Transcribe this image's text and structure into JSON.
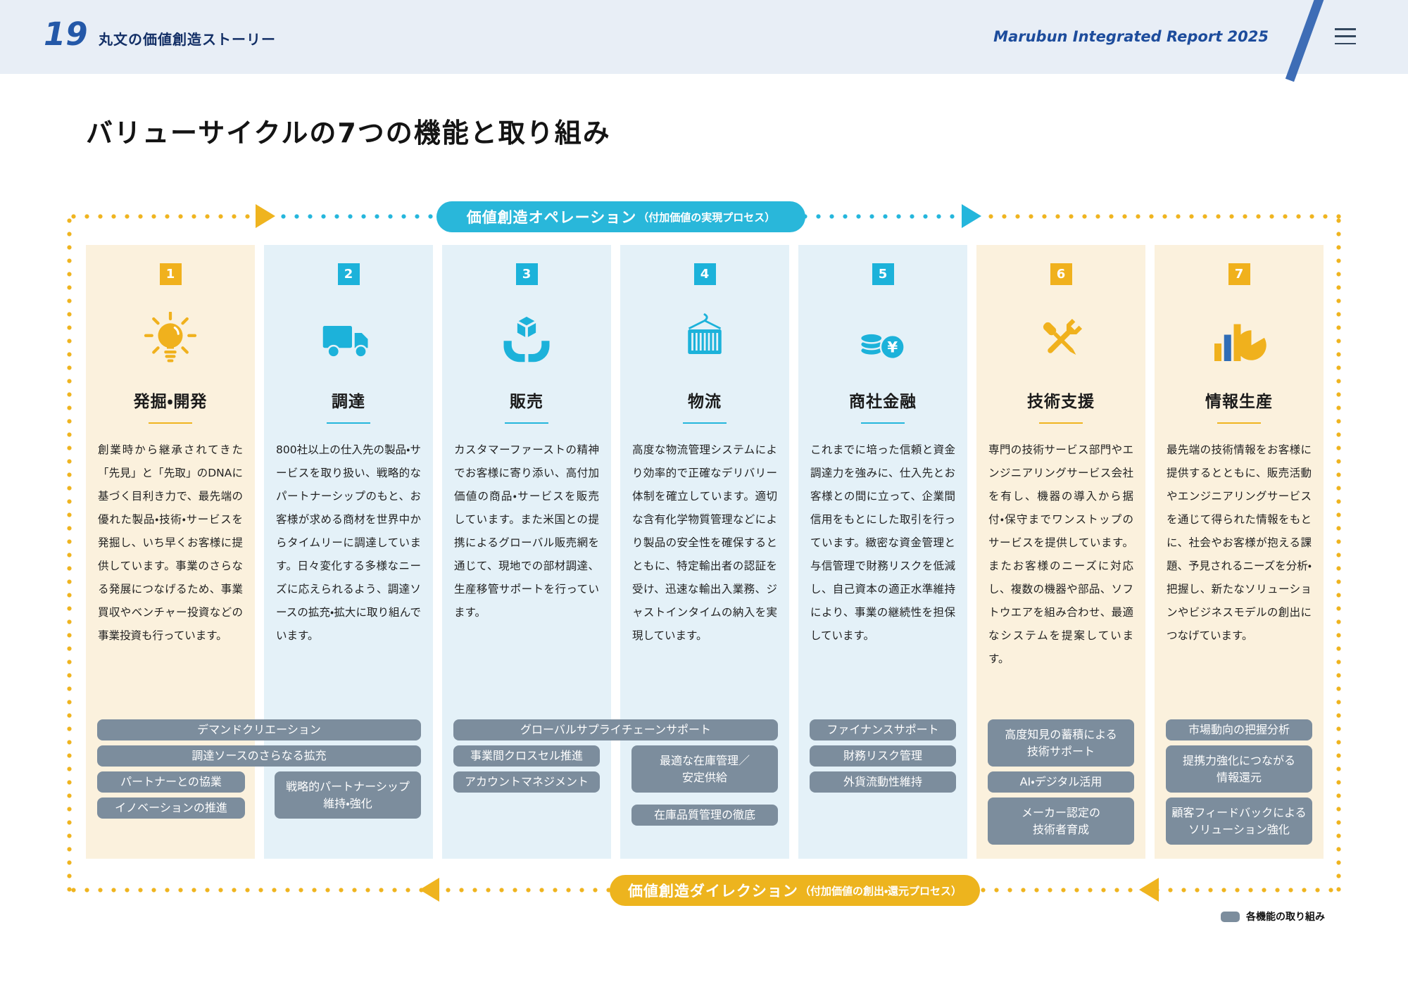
{
  "header": {
    "page_number": "19",
    "section_title": "丸文の価値創造ストーリー",
    "report_title": "Marubun Integrated Report 2025"
  },
  "page": {
    "title": "バリューサイクルの7つの機能と取り組み"
  },
  "flow": {
    "top_label": "価値創造オペレーション",
    "top_sublabel": "（付加価値の実現プロセス）",
    "bottom_label": "価値創造ダイレクション",
    "bottom_sublabel": "（付加価値の創出・還元プロセス）",
    "legend_label": "各機能の取り組み"
  },
  "colors": {
    "cyan": "#24b6dc",
    "yellow": "#efb41f",
    "tag_gray": "#7c8d9d",
    "cream_bg": "#fbf1dd",
    "blue_bg": "#e4f1f8",
    "header_bg": "#e8eef6"
  },
  "columns": [
    {
      "number": "1",
      "title": "発掘・開発",
      "icon": "lightbulb",
      "body": "創業時から継承されてきた「先見」と「先取」のDNAに基づく目利き力で、最先端の優れた製品・技術・サービスを発掘し、いち早くお客様に提供しています。事業のさらなる発展につなげるため、事業買収やベンチャー投資などの事業投資も行っています。"
    },
    {
      "number": "2",
      "title": "調達",
      "icon": "truck",
      "body": "800社以上の仕入先の製品・サービスを取り扱い、戦略的なパートナーシップのもと、お客様が求める商材を世界中からタイムリーに調達しています。日々変化する多様なニーズに応えられるよう、調達ソースの拡充・拡大に取り組んでいます。"
    },
    {
      "number": "3",
      "title": "販売",
      "icon": "hands-box",
      "body": "カスタマーファーストの精神でお客様に寄り添い、高付加価値の商品・サービスを販売しています。また米国との提携によるグローバル販売網を通じて、現地での部材調達、生産移管サポートを行っています。"
    },
    {
      "number": "4",
      "title": "物流",
      "icon": "container",
      "body": "高度な物流管理システムにより効率的で正確なデリバリー体制を確立しています。適切な含有化学物質管理などにより製品の安全性を確保するとともに、特定輸出者の認証を受け、迅速な輸出入業務、ジャストインタイムの納入を実現しています。"
    },
    {
      "number": "5",
      "title": "商社金融",
      "icon": "coins",
      "body": "これまでに培った信頼と資金調達力を強みに、仕入先とお客様との間に立って、企業間信用をもとにした取引を行っています。緻密な資金管理と与信管理で財務リスクを低減し、自己資本の適正水準維持により、事業の継続性を担保しています。"
    },
    {
      "number": "6",
      "title": "技術支援",
      "icon": "tools",
      "body": "専門の技術サービス部門やエンジニアリングサービス会社を有し、機器の導入から据付・保守までワンストップのサービスを提供しています。またお客様のニーズに対応し、複数の機器や部品、ソフトウエアを組み合わせ、最適なシステムを提案しています。"
    },
    {
      "number": "7",
      "title": "情報生産",
      "icon": "chart",
      "body": "最先端の技術情報をお客様に提供するとともに、販売活動やエンジニアリングサービスを通じて得られた情報をもとに、社会やお客様が抱える課題、予見されるニーズを分析・把握し、新たなソリューションやビジネスモデルの創出につなげています。"
    }
  ],
  "tags": {
    "demand_creation": "デマンドクリエーション",
    "sourcing_expansion": "調達ソースのさらなる拡充",
    "partner_collaboration": "パートナーとの協業",
    "innovation_promotion": "イノベーションの推進",
    "strategic_partnership": "戦略的パートナーシップ\n維持・強化",
    "global_supply_chain": "グローバルサプライチェーンサポート",
    "cross_sell": "事業間クロスセル推進",
    "account_management": "アカウントマネジメント",
    "optimal_inventory": "最適な在庫管理／\n安定供給",
    "inventory_quality": "在庫品質管理の徹底",
    "finance_support": "ファイナンスサポート",
    "financial_risk": "財務リスク管理",
    "fx_liquidity": "外貨流動性維持",
    "knowledge_tech_support": "高度知見の蓄積による\n技術サポート",
    "ai_digital": "AI・デジタル活用",
    "certified_engineers": "メーカー認定の\n技術者育成",
    "market_trend_analysis": "市場動向の把握分析",
    "info_feedback": "提携力強化につながる\n情報還元",
    "customer_feedback": "顧客フィードバックによる\nソリューション強化"
  }
}
